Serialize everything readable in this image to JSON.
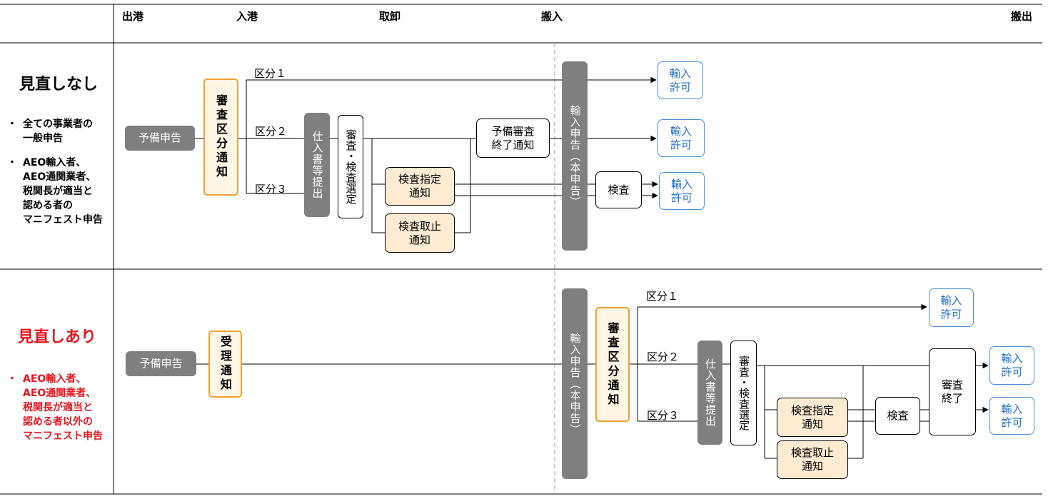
{
  "header": {
    "phases": [
      "出港",
      "入港",
      "取卸",
      "搬入",
      "搬出"
    ]
  },
  "row_before": {
    "title": "見直しなし",
    "bullets": [
      "全ての事業者の\n一般申告",
      "AEO輸入者、\nAEO通関業者、\n税関長が適当と\n認める者の\nマニフェスト申告"
    ],
    "pre_declaration": "予備申告",
    "screening_notice": "審査区分通知",
    "categories": [
      "区分１",
      "区分２",
      "区分３"
    ],
    "submit_docs": "仕入書等提出",
    "review_select": "審査・検査選定",
    "prelim_review_done": "予備審査\n終了通知",
    "inspection_designated": "検査指定\n通知",
    "inspection_cancelled": "検査取止\n通知",
    "import_declaration": "輸入申告（本申告）",
    "inspection": "検査",
    "import_permit": "輸入\n許可"
  },
  "row_after": {
    "title": "見直しあり",
    "bullets": [
      "AEO輸入者、\nAEO通関業者、\n税関長が適当と\n認める者以外の\nマニフェスト申告"
    ],
    "pre_declaration": "予備申告",
    "receipt_notice": "受理通知",
    "import_declaration": "輸入申告（本申告）",
    "screening_notice": "審査区分通知",
    "categories": [
      "区分１",
      "区分２",
      "区分３"
    ],
    "submit_docs": "仕入書等提出",
    "review_select": "審査・検査選定",
    "inspection_designated": "検査指定\n通知",
    "inspection_cancelled": "検査取止\n通知",
    "inspection": "検査",
    "review_done": "審査\n終了",
    "import_permit": "輸入\n許可"
  },
  "colors": {
    "gray": "#7f7f7f",
    "orange_border": "#f0a030",
    "orange_fill": "#fdebd2",
    "blue": "#1f6fc5",
    "red": "#e8141e"
  }
}
